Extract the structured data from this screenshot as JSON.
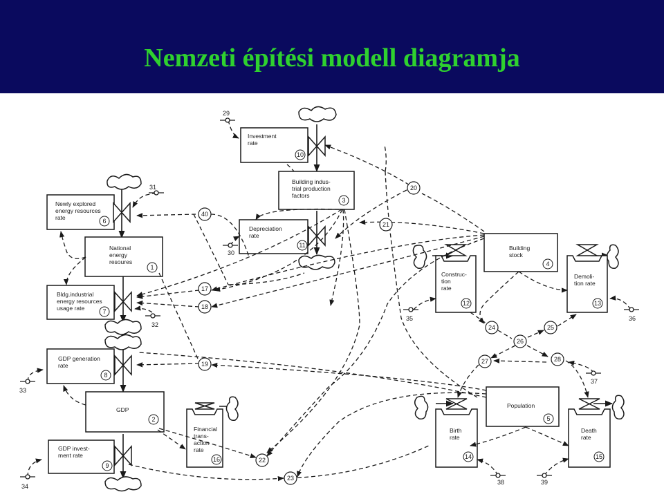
{
  "title": "Nemzeti építési modell diagramja",
  "colors": {
    "title_bg": "#0a0a5e",
    "title_text": "#2fd12f",
    "ink": "#1a1a1a"
  },
  "diagram": {
    "levels": [
      {
        "id": "investment_rate",
        "lines": [
          "Investment",
          "rate"
        ],
        "num": "10"
      },
      {
        "id": "building_factors",
        "lines": [
          "Building indus-",
          "trial production",
          "factors"
        ],
        "num": "3"
      },
      {
        "id": "newly_explored",
        "lines": [
          "Newly explored",
          "energy resources",
          "rate"
        ],
        "num": "6"
      },
      {
        "id": "depreciation_rate",
        "lines": [
          "Depreciation",
          "rate"
        ],
        "num": "11"
      },
      {
        "id": "national_energy",
        "lines": [
          "National",
          "energy",
          "resoures"
        ],
        "num": "1"
      },
      {
        "id": "bldg_industrial",
        "lines": [
          "Bldg.industrial",
          "energy resources",
          "usage rate"
        ],
        "num": "7"
      },
      {
        "id": "gdp_generation",
        "lines": [
          "GDP generation",
          "rate"
        ],
        "num": "8"
      },
      {
        "id": "gdp",
        "lines": [
          "GDP"
        ],
        "num": "2"
      },
      {
        "id": "gdp_investment",
        "lines": [
          "GDP invest-",
          "ment rate"
        ],
        "num": "9"
      },
      {
        "id": "building_stock",
        "lines": [
          "Building",
          "stock"
        ],
        "num": "4"
      },
      {
        "id": "population",
        "lines": [
          "Population"
        ],
        "num": "5"
      }
    ],
    "tanks": [
      {
        "id": "construction_rate",
        "lines": [
          "Construc-",
          "tion",
          "rate"
        ],
        "num": "12"
      },
      {
        "id": "demolition_rate",
        "lines": [
          "Demoli-",
          "tion rate"
        ],
        "num": "13"
      },
      {
        "id": "financial_rate",
        "lines": [
          "Financial",
          "trans-",
          "action",
          "rate"
        ],
        "num": "16"
      },
      {
        "id": "birth_rate",
        "lines": [
          "Birth",
          "rate"
        ],
        "num": "14"
      },
      {
        "id": "death_rate",
        "lines": [
          "Death",
          "rate"
        ],
        "num": "15"
      }
    ],
    "aux_nodes": [
      "17",
      "18",
      "19",
      "20",
      "21",
      "22",
      "23",
      "24",
      "25",
      "26",
      "27",
      "28",
      "40"
    ],
    "constants": [
      "29",
      "30",
      "31",
      "32",
      "33",
      "34",
      "35",
      "36",
      "37",
      "38",
      "39"
    ]
  }
}
